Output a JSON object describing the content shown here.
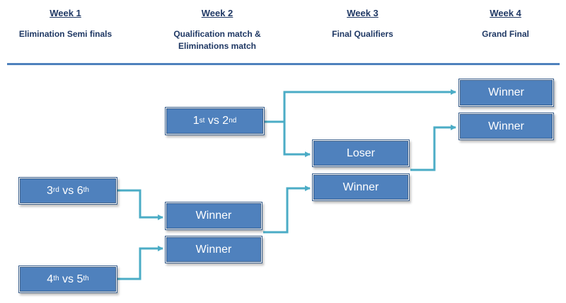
{
  "columns": [
    {
      "week": "Week 1",
      "subtitle_lines": [
        "Elimination Semi finals"
      ]
    },
    {
      "week": "Week 2",
      "subtitle_lines": [
        "Qualification match &",
        "Eliminations match"
      ]
    },
    {
      "week": "Week 3",
      "subtitle_lines": [
        "Final Qualifiers"
      ]
    },
    {
      "week": "Week 4",
      "subtitle_lines": [
        "Grand Final"
      ]
    }
  ],
  "boxes": {
    "m3v6": {
      "a": "3",
      "a_sup": "rd",
      "vs": "vs",
      "b": "6",
      "b_sup": "th"
    },
    "m4v5": {
      "a": "4",
      "a_sup": "th",
      "vs": "vs",
      "b": "5",
      "b_sup": "th"
    },
    "m1v2": {
      "a": "1",
      "a_sup": "st",
      "vs": "vs",
      "b": "2",
      "b_sup": "nd"
    },
    "w2_winner_top": "Winner",
    "w2_winner_bottom": "Winner",
    "w3_loser": "Loser",
    "w3_winner": "Winner",
    "w4_winner_top": "Winner",
    "w4_winner_bottom": "Winner"
  },
  "colors": {
    "box_fill": "#4f81bd",
    "box_border": "#385d8a",
    "connector": "#4bacc6",
    "heading": "#1f3864",
    "rule": "#4f81bd"
  }
}
